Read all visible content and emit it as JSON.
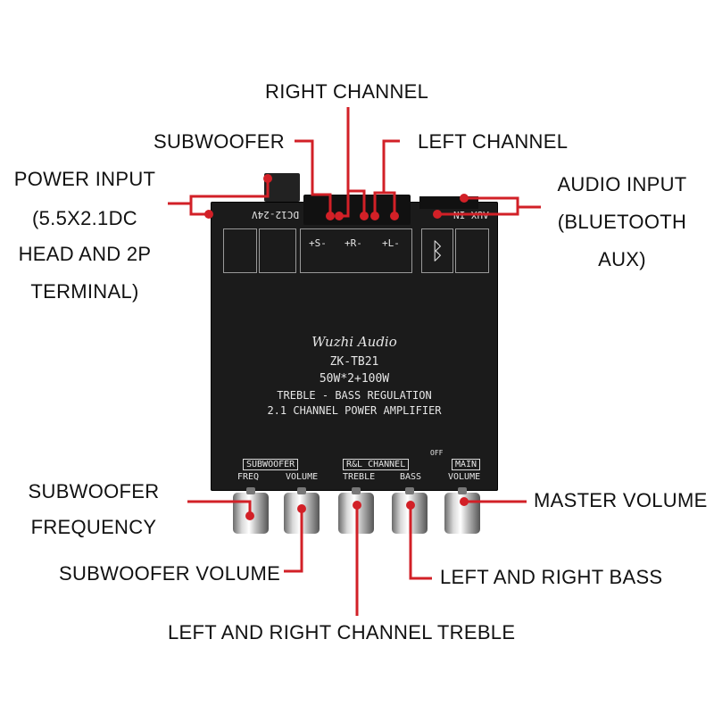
{
  "callouts": {
    "right_channel": "RIGHT CHANNEL",
    "subwoofer": "SUBWOOFER",
    "left_channel": "LEFT CHANNEL",
    "power_input": [
      "POWER INPUT",
      "(5.5X2.1DC",
      "HEAD AND 2P",
      "TERMINAL)"
    ],
    "audio_input": [
      "AUDIO INPUT",
      "(BLUETOOTH",
      "AUX)"
    ],
    "subwoofer_frequency": [
      "SUBWOOFER",
      "FREQUENCY"
    ],
    "master_volume": "MASTER VOLUME",
    "subwoofer_volume": "SUBWOOFER VOLUME",
    "left_right_bass": "LEFT AND RIGHT BASS",
    "left_right_treble": "LEFT AND RIGHT CHANNEL TREBLE"
  },
  "board": {
    "dc_label": "DC12-24V",
    "aux_label": "AUX-IN",
    "speaker_s": "+S-",
    "speaker_r": "+R-",
    "speaker_l": "+L-",
    "brand": "Wuzhi Audio",
    "model": "ZK-TB21",
    "power": "50W*2+100W",
    "line1": "TREBLE - BASS REGULATION",
    "line2": "2.1 CHANNEL POWER AMPLIFIER",
    "group_subwoofer": "SUBWOOFER",
    "group_rl": "R&L CHANNEL",
    "group_main": "MAIN",
    "off": "OFF",
    "knob_labels": [
      "FREQ",
      "VOLUME",
      "TREBLE",
      "BASS",
      "VOLUME"
    ]
  },
  "colors": {
    "callout_line": "#d22027",
    "board": "#1b1b1b"
  }
}
